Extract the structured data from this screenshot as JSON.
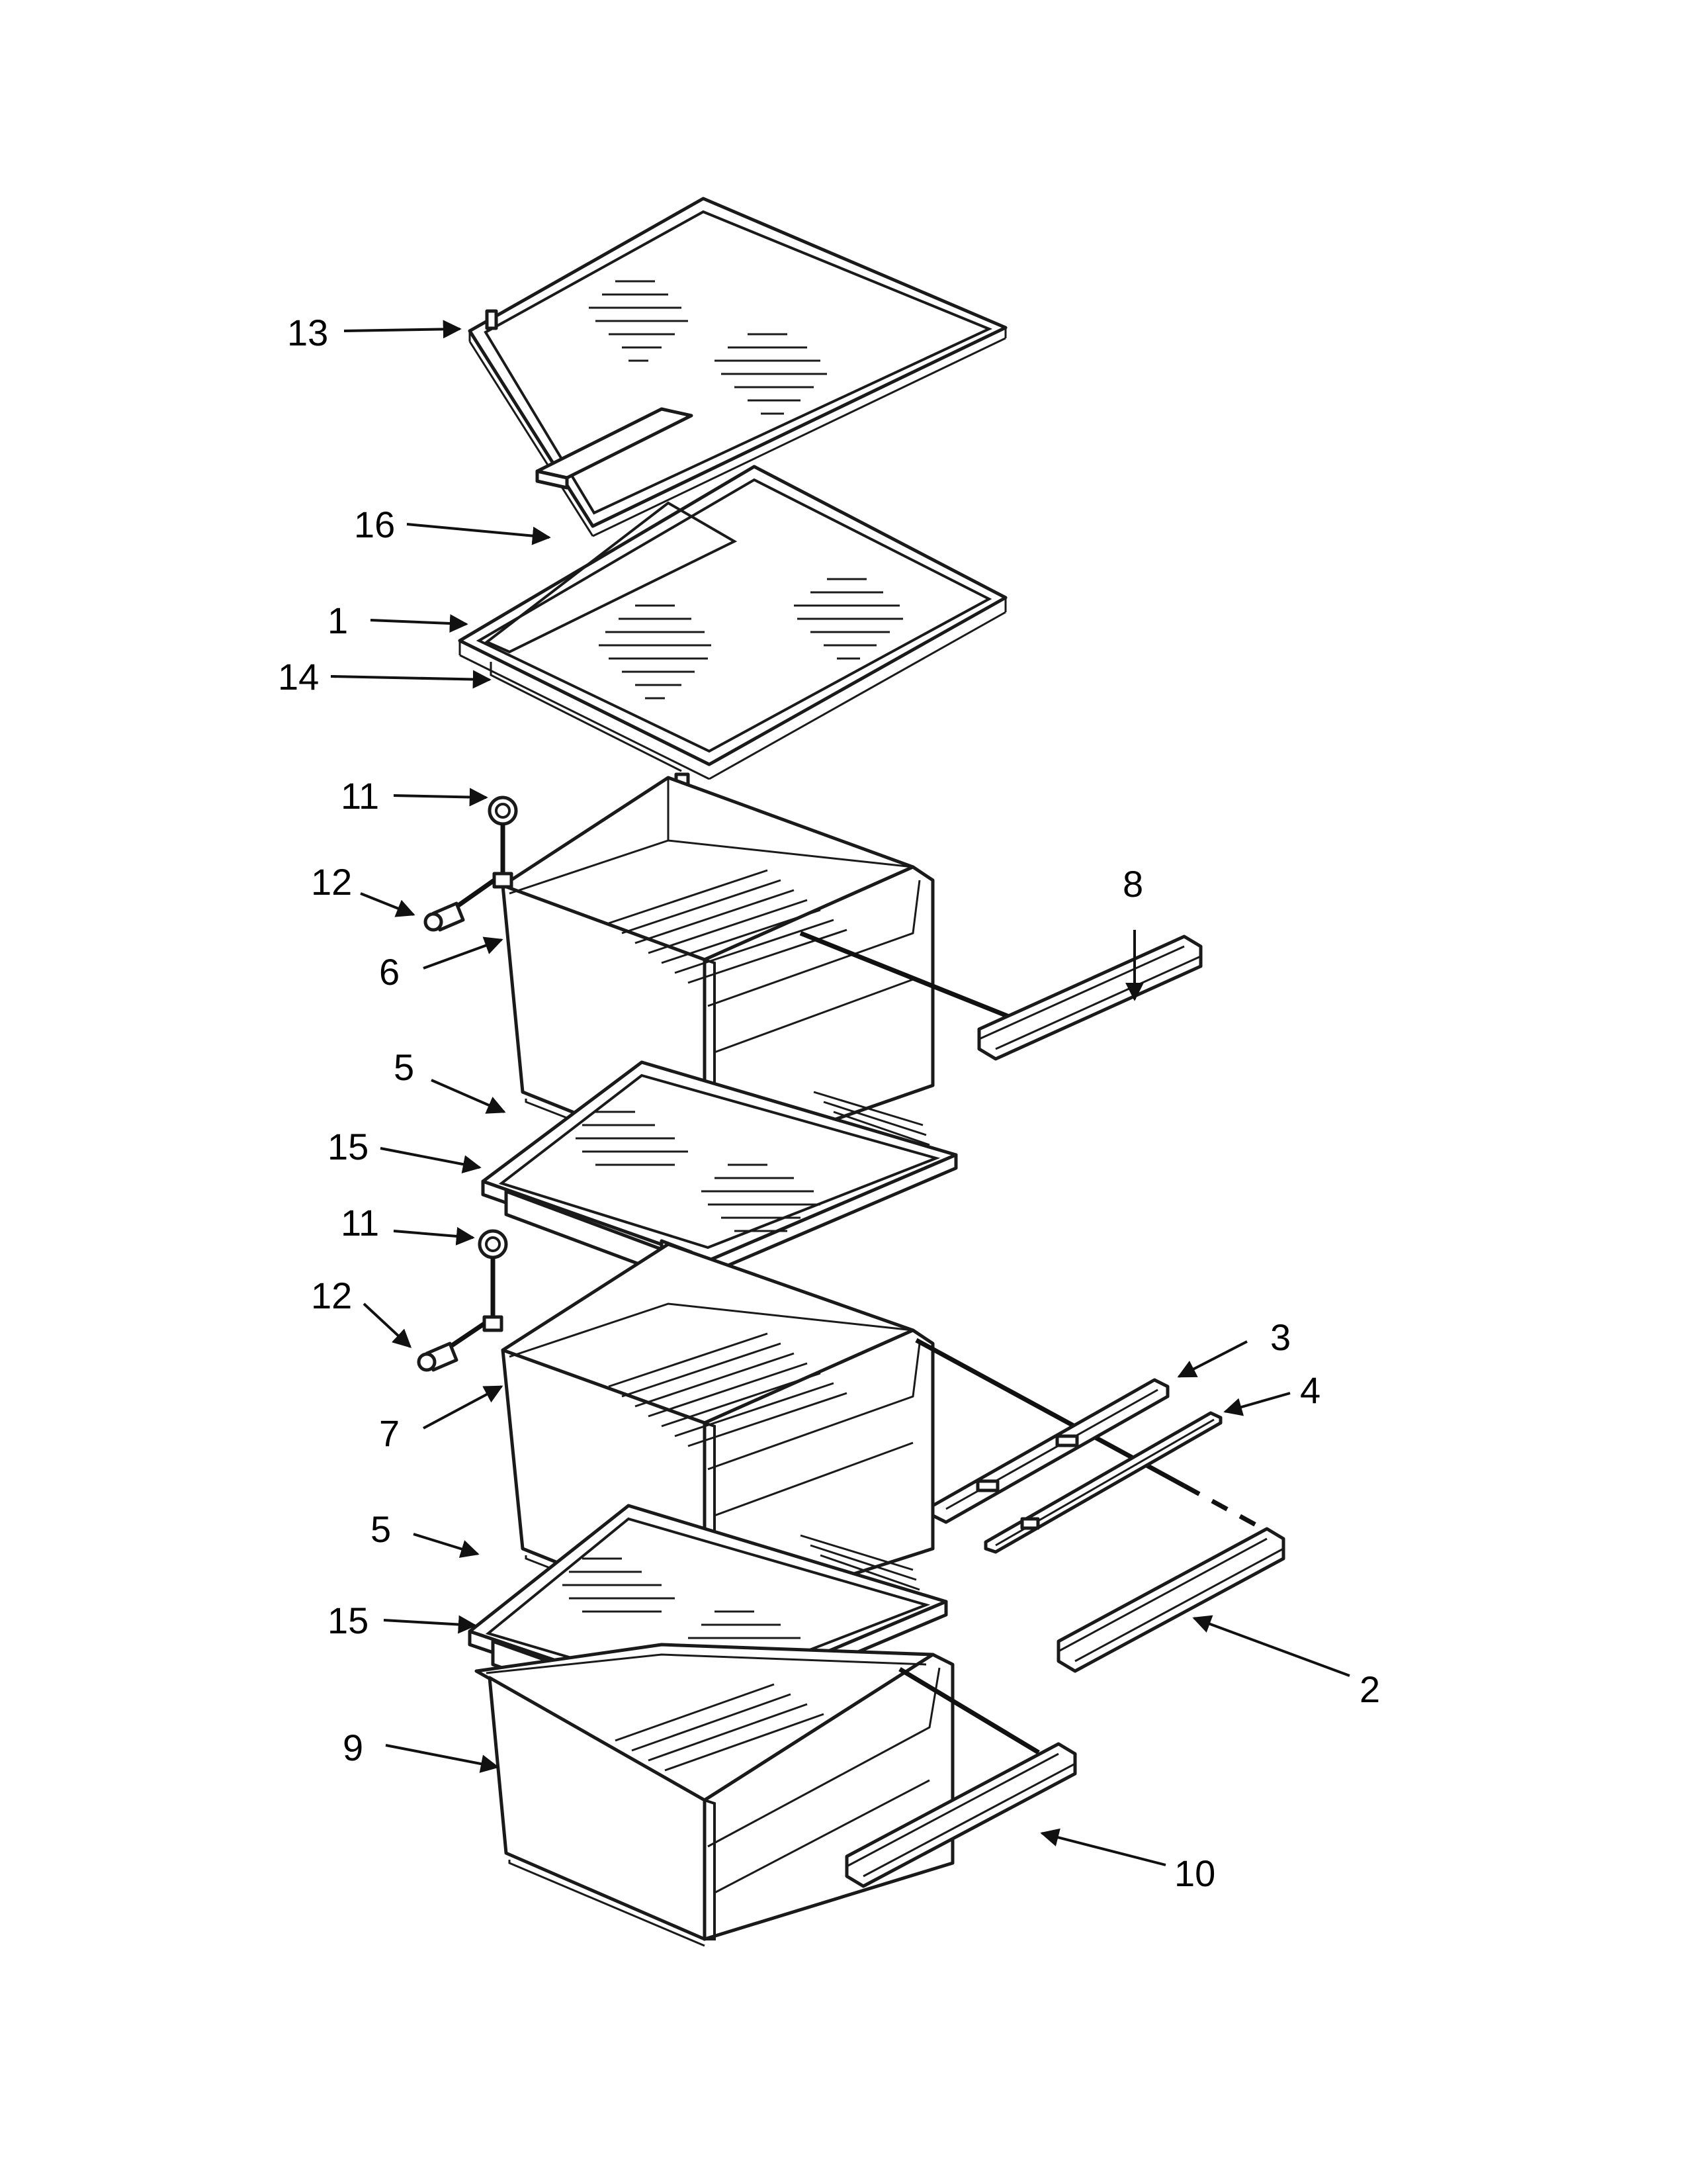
{
  "callouts": [
    {
      "id": "13",
      "text": "13"
    },
    {
      "id": "16",
      "text": "16"
    },
    {
      "id": "1",
      "text": "1"
    },
    {
      "id": "14",
      "text": "14"
    },
    {
      "id": "11a",
      "text": "11"
    },
    {
      "id": "12a",
      "text": "12"
    },
    {
      "id": "6",
      "text": "6"
    },
    {
      "id": "8",
      "text": "8"
    },
    {
      "id": "5a",
      "text": "5"
    },
    {
      "id": "15a",
      "text": "15"
    },
    {
      "id": "11b",
      "text": "11"
    },
    {
      "id": "12b",
      "text": "12"
    },
    {
      "id": "7",
      "text": "7"
    },
    {
      "id": "3",
      "text": "3"
    },
    {
      "id": "4",
      "text": "4"
    },
    {
      "id": "5b",
      "text": "5"
    },
    {
      "id": "15b",
      "text": "15"
    },
    {
      "id": "2",
      "text": "2"
    },
    {
      "id": "9",
      "text": "9"
    },
    {
      "id": "10",
      "text": "10"
    }
  ]
}
